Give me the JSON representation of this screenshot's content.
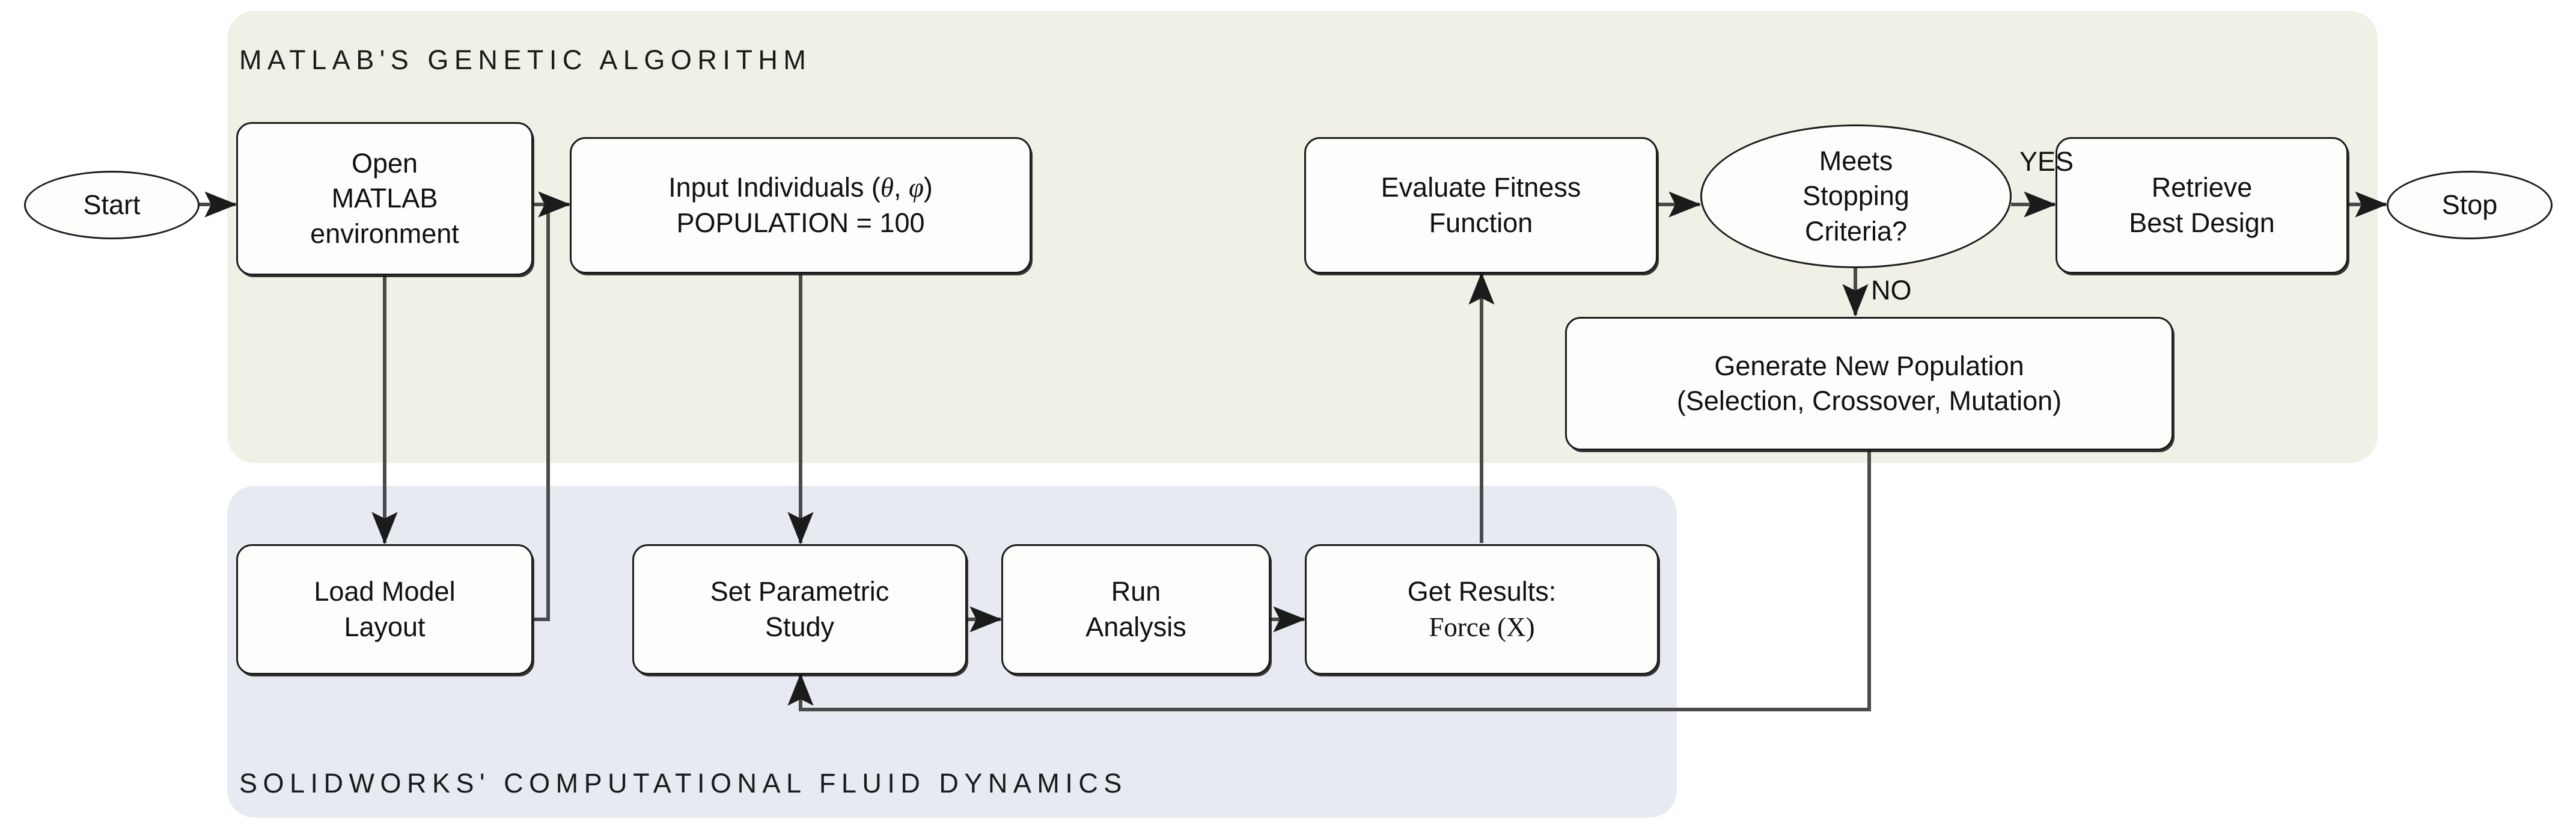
{
  "diagram": {
    "title_ga": "MATLAB'S GENETIC ALGORITHM",
    "title_cfd": "SOLIDWORKS' COMPUTATIONAL FLUID DYNAMICS",
    "panel_ga_color": "#f1f0e6",
    "panel_cfd_color": "#e7eaf1",
    "node_fill": "#fdfdfc",
    "stroke_color": "#1c1c1c"
  },
  "nodes": {
    "start": {
      "label": "Start",
      "shape": "oval"
    },
    "open_matlab": {
      "line1": "Open",
      "line2": "MATLAB",
      "line3": "environment",
      "shape": "box"
    },
    "input_individuals": {
      "line1_a": "Input Individuals (",
      "line1_theta": "θ",
      "line1_comma": ", ",
      "line1_phi": "φ",
      "line1_b": ")",
      "line2": "POPULATION = 100",
      "shape": "box"
    },
    "evaluate_fitness": {
      "line1": "Evaluate Fitness",
      "line2": "Function",
      "shape": "box"
    },
    "meets_stopping": {
      "line1": "Meets",
      "line2": "Stopping",
      "line3": "Criteria?",
      "shape": "oval"
    },
    "retrieve_best": {
      "line1": "Retrieve",
      "line2": "Best Design",
      "shape": "box"
    },
    "stop": {
      "label": "Stop",
      "shape": "oval"
    },
    "generate_new": {
      "line1": "Generate New Population",
      "line2": "(Selection, Crossover, Mutation)",
      "shape": "box"
    },
    "load_model": {
      "line1": "Load Model",
      "line2": "Layout",
      "shape": "box"
    },
    "set_parametric": {
      "line1": "Set Parametric",
      "line2": "Study",
      "shape": "box"
    },
    "run_analysis": {
      "line1": "Run",
      "line2": "Analysis",
      "shape": "box"
    },
    "get_results": {
      "line1": "Get Results:",
      "line2": "Force (X)",
      "shape": "box"
    }
  },
  "edge_labels": {
    "yes": "YES",
    "no": "NO"
  },
  "edges": [
    {
      "from": "start",
      "to": "open_matlab",
      "label": ""
    },
    {
      "from": "open_matlab",
      "to": "input_individuals",
      "label": ""
    },
    {
      "from": "open_matlab",
      "to": "load_model",
      "label": ""
    },
    {
      "from": "load_model",
      "to": "input_individuals",
      "label": ""
    },
    {
      "from": "input_individuals",
      "to": "set_parametric",
      "label": ""
    },
    {
      "from": "set_parametric",
      "to": "run_analysis",
      "label": ""
    },
    {
      "from": "run_analysis",
      "to": "get_results",
      "label": ""
    },
    {
      "from": "get_results",
      "to": "evaluate_fitness",
      "label": ""
    },
    {
      "from": "evaluate_fitness",
      "to": "meets_stopping",
      "label": ""
    },
    {
      "from": "meets_stopping",
      "to": "retrieve_best",
      "label": "YES"
    },
    {
      "from": "meets_stopping",
      "to": "generate_new",
      "label": "NO"
    },
    {
      "from": "retrieve_best",
      "to": "stop",
      "label": ""
    },
    {
      "from": "generate_new",
      "to": "set_parametric",
      "label": ""
    }
  ]
}
